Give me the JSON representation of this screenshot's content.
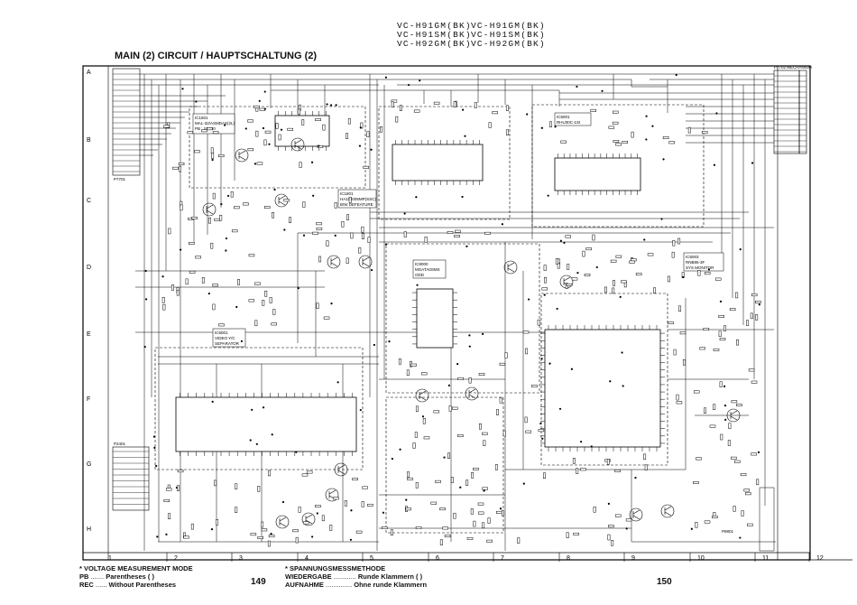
{
  "header": {
    "models_left": [
      "VC-H91GM(BK)",
      "VC-H91SM(BK)",
      "VC-H92GM(BK)"
    ],
    "models_right": [
      "VC-H91GM(BK)",
      "VC-H91SM(BK)",
      "VC-H92GM(BK)"
    ],
    "title": "MAIN (2) CIRCUIT / HAUPTSCHALTUNG (2)"
  },
  "grid": {
    "row_labels": [
      "A",
      "B",
      "C",
      "D",
      "E",
      "F",
      "G",
      "H"
    ],
    "column_labels": [
      "1",
      "2",
      "3",
      "4",
      "5",
      "6",
      "7",
      "8",
      "9",
      "10",
      "11",
      "12"
    ]
  },
  "blocks": [
    {
      "id": "ic_top_left",
      "lines": [
        "IC1501",
        "MAL-32/ASMDAS(2L)",
        "PB : S5400"
      ]
    },
    {
      "id": "ic_top_mid",
      "lines": [
        "IC1801",
        "HA118005MP(SSC)",
        "B/W DEFEATURE"
      ]
    },
    {
      "id": "ic_mid_center",
      "lines": [
        "IC8000",
        "MGATA0SMS",
        "ODD"
      ]
    },
    {
      "id": "ic_top_right",
      "lines": [
        "IC5001",
        "RHU30C-1SI"
      ]
    },
    {
      "id": "ic_right_mid",
      "lines": [
        "IC6003",
        "RNB95-3F",
        "SYS MONITOR"
      ]
    },
    {
      "id": "ic_left_mid",
      "lines": [
        "IC6001",
        "VIDEO Y/C",
        "SEPARATOR"
      ]
    }
  ],
  "connectors": {
    "left_top": "P7701",
    "right_top": "P7702  MECHANISM",
    "right_bottom": "P8801",
    "left_bottom": "P2401"
  },
  "legend_left": {
    "heading": "VOLTAGE MEASUREMENT MODE",
    "pb_label": "PB",
    "pb_text": "Parentheses (  )",
    "rec_label": "REC",
    "rec_text": "Without Parentheses"
  },
  "legend_right": {
    "heading": "SPANNUNGSMESSMETHODE",
    "wg_label": "WIEDERGABE",
    "wg_text": "Runde Klammern (  )",
    "au_label": "AUFNAHME",
    "au_text": "Ohne runde Klammern"
  },
  "pages": {
    "left": "149",
    "right": "150"
  }
}
